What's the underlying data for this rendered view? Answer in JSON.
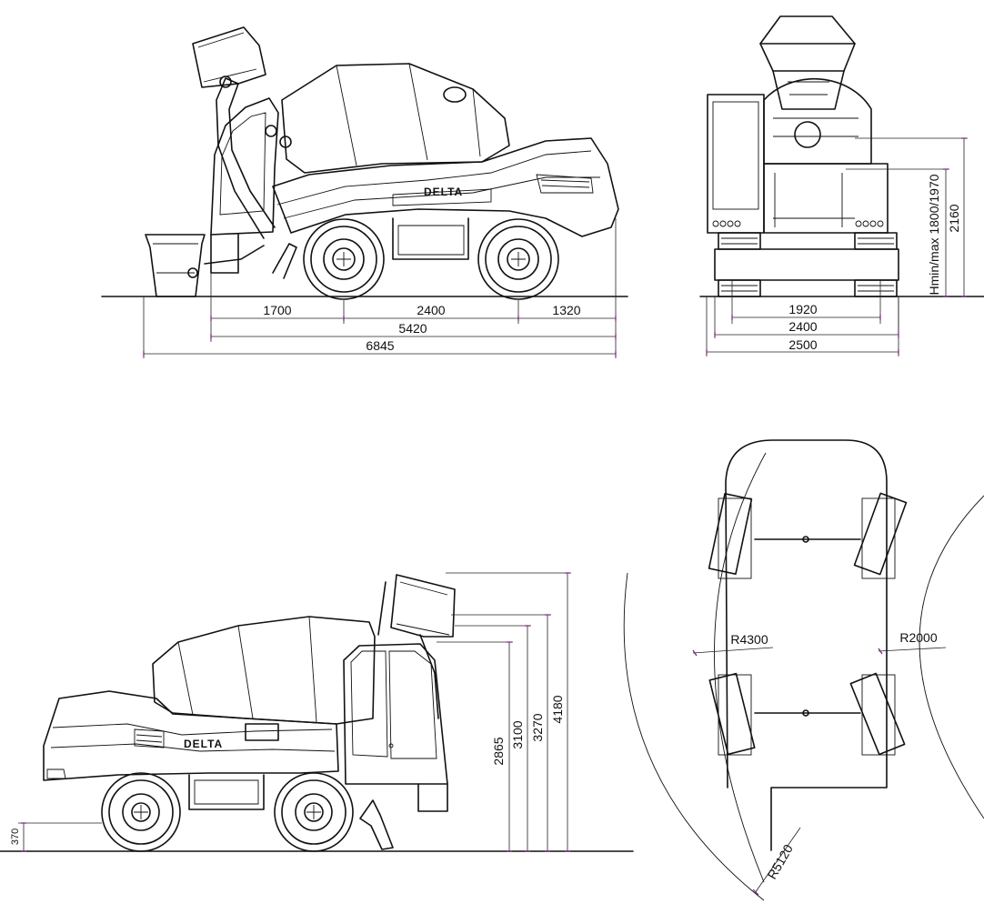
{
  "brand": {
    "logo_text": "DELTA"
  },
  "side_view": {
    "dims": {
      "front_overhang": "1700",
      "wheelbase": "2400",
      "rear_overhang": "1320",
      "body_length": "5420",
      "overall_length": "6845"
    }
  },
  "rear_view": {
    "dims": {
      "track": "1920",
      "tire_width": "2400",
      "overall_width": "2500",
      "discharge_height_range": "Hmin/max 1800/1970",
      "mixer_height": "2160"
    }
  },
  "three_quarter_view": {
    "dims": {
      "ground_clearance": "370",
      "cab_height": "2865",
      "drum_height": "3100",
      "cab_roof_height": "3270",
      "max_height": "4180"
    }
  },
  "turning_view": {
    "dims": {
      "inner_radius": "R2000",
      "middle_radius": "R4300",
      "outer_radius": "R5120"
    }
  },
  "colors": {
    "line": "#111111",
    "tick_marker": "#7a1f7a",
    "background": "#ffffff"
  }
}
